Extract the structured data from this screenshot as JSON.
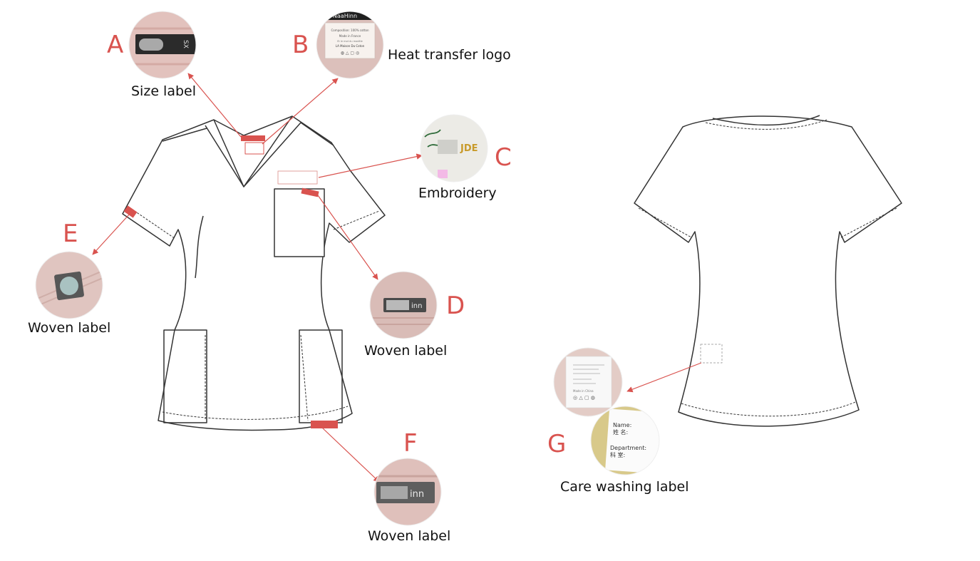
{
  "colors": {
    "accent": "#d9534f",
    "outline": "#333333",
    "fabric_pink": "#e8c5c0"
  },
  "callouts": {
    "A": {
      "letter": "A",
      "caption": "Size label",
      "tag_text": "SX"
    },
    "B": {
      "letter": "B",
      "caption": "Heat transfer logo",
      "tag_header": "NaaHinn",
      "tag_lines": [
        "Composition: 100% cotton",
        "Made in France",
        "Et le mot du modèle",
        "LA Maison Du Coton"
      ]
    },
    "C": {
      "letter": "C",
      "caption": "Embroidery",
      "tag_text": "JDE"
    },
    "D": {
      "letter": "D",
      "caption": "Woven label",
      "tag_text": "inn"
    },
    "E": {
      "letter": "E",
      "caption": "Woven label"
    },
    "F": {
      "letter": "F",
      "caption": "Woven label",
      "tag_text": "inn"
    },
    "G": {
      "letter": "G",
      "caption": "Care washing label",
      "tag_lines": [
        "Name:",
        "姓 名:",
        "Department:",
        "科     室:"
      ],
      "care_lines": [
        "Made in China"
      ]
    }
  }
}
